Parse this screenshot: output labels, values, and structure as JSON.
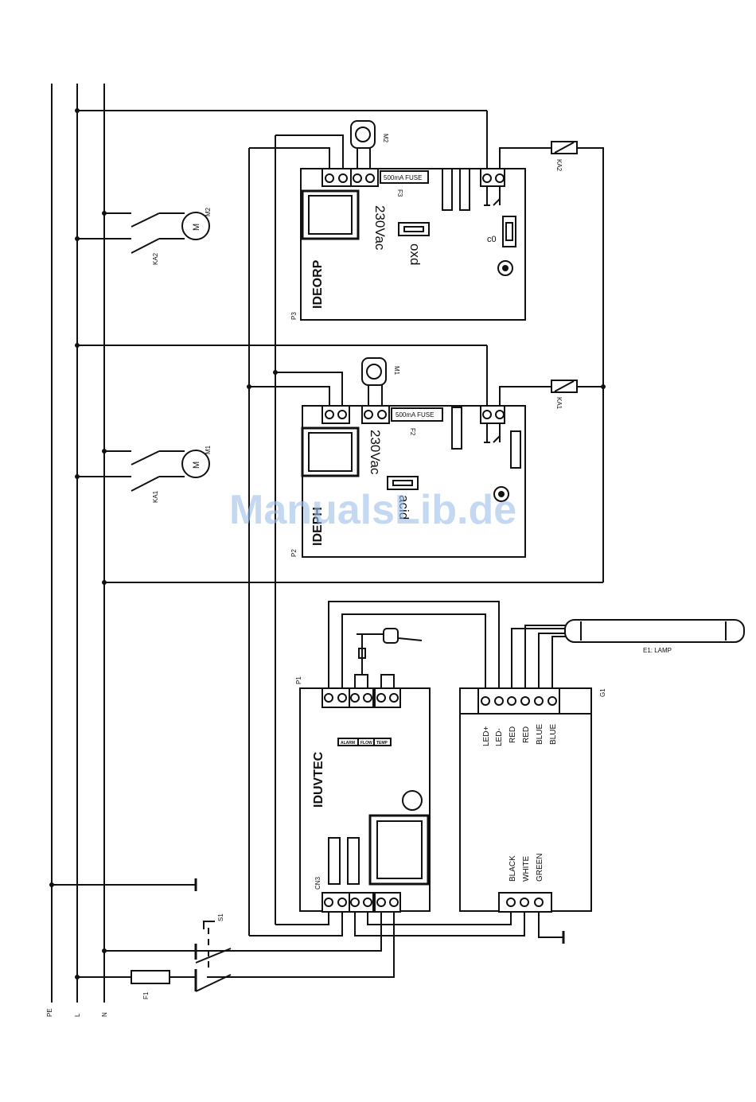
{
  "rails": {
    "pe": "PE",
    "l": "L",
    "n": "N"
  },
  "components": {
    "f1": "F1",
    "s1": "S1",
    "ka1": "KA1",
    "ka2": "KA2",
    "m1": "M1",
    "m2": "M2",
    "motor_symbol": "M",
    "p1": "P1",
    "p2": "P2",
    "p3": "P3",
    "g1": "G1",
    "f2": "F2",
    "f3": "F3",
    "cn3": "CN3",
    "e1": "E1: LAMP"
  },
  "modules": {
    "ideorp": {
      "title": "IDEORP",
      "voltage": "230Vac",
      "fuse": "500mA FUSE",
      "probe": "oxd",
      "jumper": "c0"
    },
    "ideph": {
      "title": "IDEPH",
      "voltage": "230Vac",
      "fuse": "500mA FUSE",
      "probe": "acid"
    },
    "iduvtec": {
      "title": "IDUVTEC",
      "indicators": [
        "ALARM",
        "FLOW",
        "TEMP"
      ]
    }
  },
  "ballast_wires_top": [
    "LED+",
    "LED-",
    "RED",
    "RED",
    "BLUE",
    "BLUE"
  ],
  "ballast_wires_bottom": [
    "BLACK",
    "WHITE",
    "GREEN"
  ],
  "watermark": "ManualsLib.de"
}
